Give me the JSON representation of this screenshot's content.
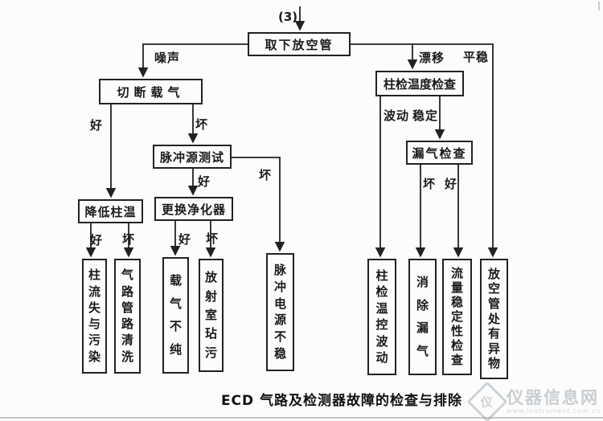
{
  "flowchart": {
    "entry_label": "(3)",
    "nodes": {
      "remove_vent": "取下放空管",
      "cut_carrier": "切断载气",
      "pulse_test": "脉冲源测试",
      "lower_temp": "降低柱温",
      "replace_purifier": "更换净化器",
      "temp_check": "柱检温度检查",
      "leak_check": "漏气检查",
      "column_bleed": "柱流失与污染",
      "gas_line_clean": "气路管路清洗",
      "carrier_impure": "载气不纯",
      "radiation_dirty": "放射室玷污",
      "pulse_unstable": "脉冲电源不稳",
      "temp_ctrl_fluct": "柱检温控波动",
      "eliminate_leak": "消除漏气",
      "flow_stability": "流量稳定性检查",
      "vent_foreign": "放空管处有异物"
    },
    "labels": {
      "noise": "噪声",
      "good": "好",
      "bad": "坏",
      "drift": "漂移",
      "steady": "平稳",
      "fluctuation": "波动",
      "stable": "稳定"
    }
  },
  "caption": "ECD 气路及检测器故障的检查与排除",
  "watermark": {
    "site_name": "仪器信息网",
    "site_url": "www.instrument.com.cn",
    "logo_glyph": "仪"
  },
  "colors": {
    "line": "#222222",
    "paper": "#fcfcfc",
    "watermark": "#c9ced2"
  }
}
